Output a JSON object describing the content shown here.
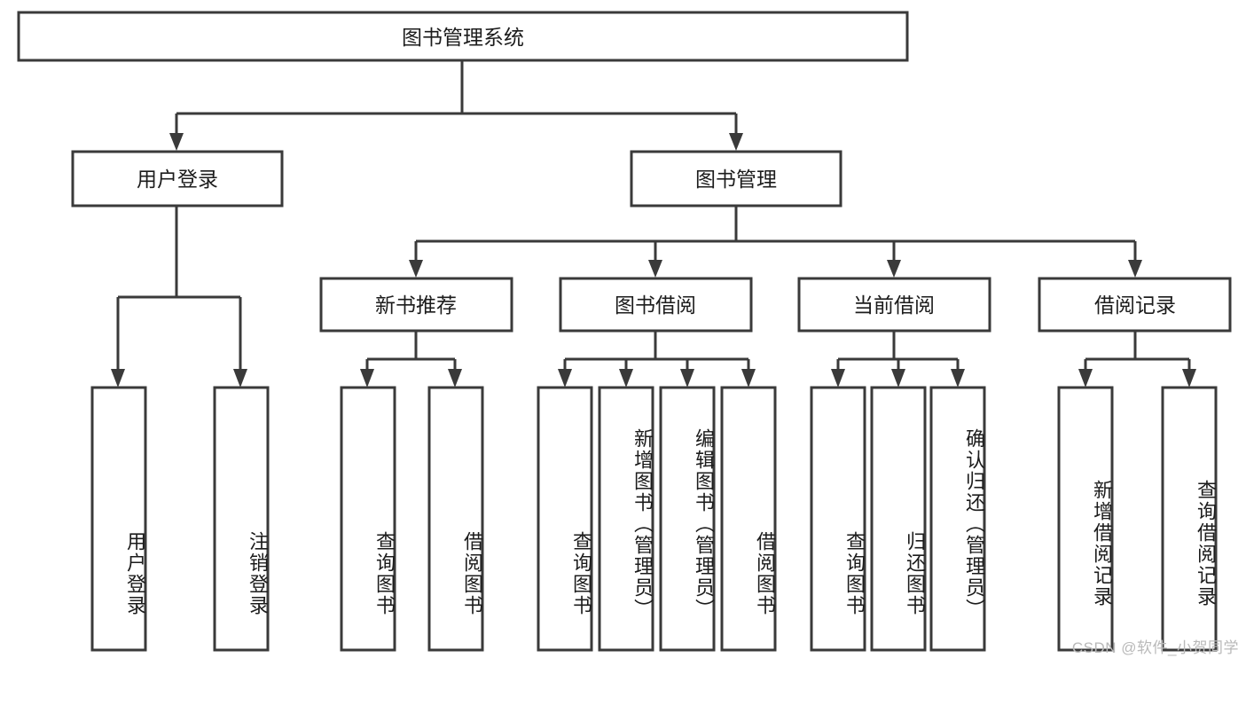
{
  "diagram": {
    "title": "图书管理系统",
    "type": "tree-hierarchy-diagram",
    "colors": {
      "stroke": "#3a3a3a",
      "box_fill": "#ffffff",
      "text": "#1c1c1c",
      "background": "#ffffff",
      "watermark": "#b9b9b9"
    },
    "root": {
      "label": "图书管理系统"
    },
    "level2": [
      {
        "label": "用户登录"
      },
      {
        "label": "图书管理"
      }
    ],
    "level3": [
      {
        "label": "新书推荐"
      },
      {
        "label": "图书借阅"
      },
      {
        "label": "当前借阅"
      },
      {
        "label": "借阅记录"
      }
    ],
    "leaves": {
      "user_login": [
        {
          "label": "用户登录"
        },
        {
          "label": "注销登录"
        }
      ],
      "new_book_recommend": [
        {
          "label": "查询图书"
        },
        {
          "label": "借阅图书"
        }
      ],
      "book_borrow": [
        {
          "label": "查询图书"
        },
        {
          "label": "新增图书（管理员）"
        },
        {
          "label": "编辑图书（管理员）"
        },
        {
          "label": "借阅图书"
        }
      ],
      "current_borrow": [
        {
          "label": "查询图书"
        },
        {
          "label": "归还图书"
        },
        {
          "label": "确认归还（管理员）"
        }
      ],
      "borrow_record": [
        {
          "label": "新增借阅记录"
        },
        {
          "label": "查询借阅记录"
        }
      ]
    }
  },
  "watermark": {
    "text": "CSDN @软件_小贺同学"
  }
}
